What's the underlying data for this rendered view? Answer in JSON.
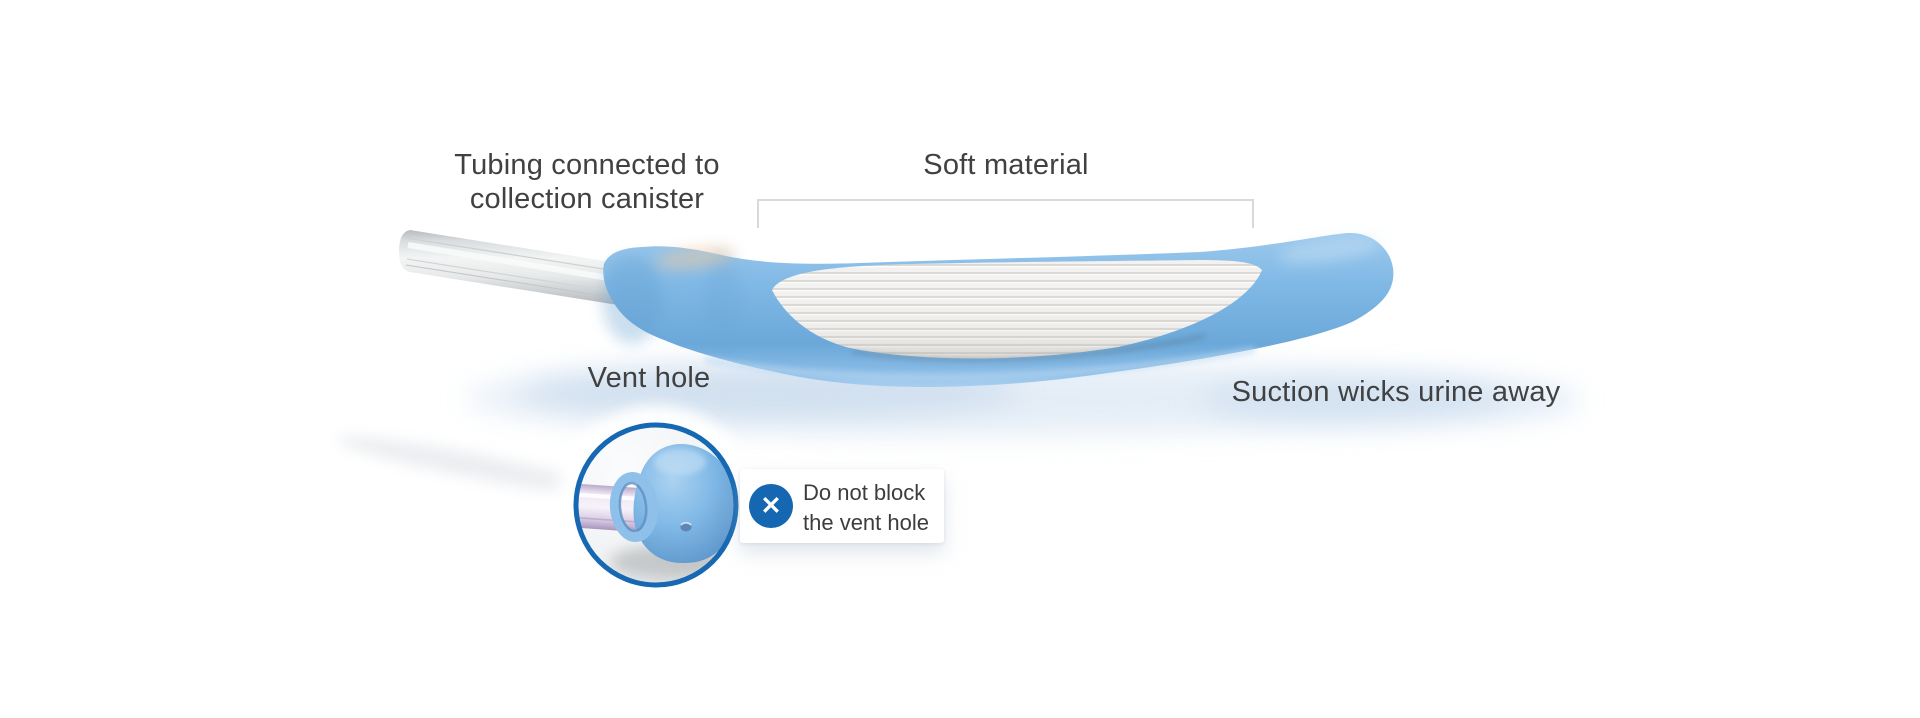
{
  "diagram": {
    "subject": "external-catheter-device",
    "labels": {
      "tubing": "Tubing connected to\ncollection canister",
      "soft_material": "Soft material",
      "vent_hole": "Vent hole",
      "suction": "Suction wicks urine away"
    },
    "callout": {
      "text": "Do not block\nthe vent hole",
      "icon_glyph": "✕"
    },
    "colors": {
      "accent_blue": "#1467b0",
      "device_blue": "#7db6e3",
      "pad_white": "#f3f2f0",
      "bracket_gray": "#d9d9d9",
      "label_text": "#414141",
      "background": "#ffffff"
    }
  }
}
